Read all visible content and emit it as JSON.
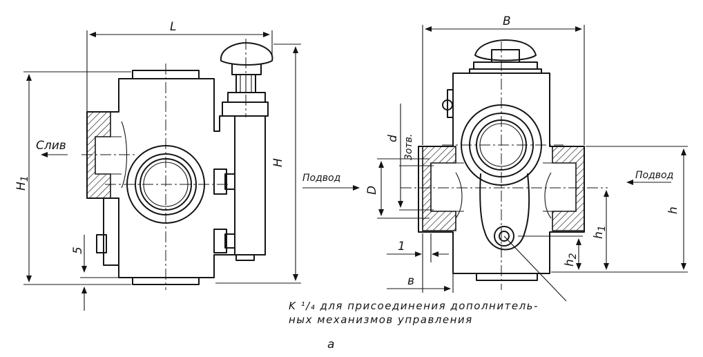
{
  "labels": {
    "L": "L",
    "B": "B",
    "H": "H",
    "H1": "H",
    "H1_sub": "1",
    "D": "D",
    "d": "d",
    "holes": "3отв.",
    "h": "h",
    "h1": "h",
    "h1_sub": "1",
    "h2": "h",
    "h2_sub": "2",
    "dim_5": "5",
    "dim_1": "1",
    "dim_b": "в",
    "drain": "Слив",
    "inlet_left": "Подвод",
    "inlet_right": "Подвод"
  },
  "note": {
    "line1": "K ¹/₄ для присоединения дополнитель-",
    "line2": "ных механизмов управления"
  },
  "caption": "а"
}
